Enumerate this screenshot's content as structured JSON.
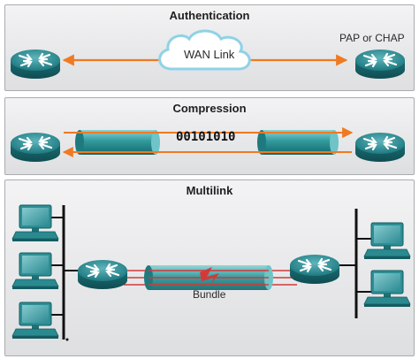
{
  "panels": {
    "authentication": {
      "title": "Authentication",
      "cloud_label": "WAN Link",
      "protocol_label": "PAP or CHAP"
    },
    "compression": {
      "title": "Compression",
      "bits": "00101010"
    },
    "multilink": {
      "title": "Multilink",
      "bundle_label": "Bundle"
    }
  },
  "colors": {
    "router": "#1f7f86",
    "arrow": "#f07a22",
    "tube": "#2a8f93",
    "red_link": "#d23a3a"
  },
  "icons": [
    "router-icon",
    "cloud-icon",
    "computer-icon"
  ]
}
